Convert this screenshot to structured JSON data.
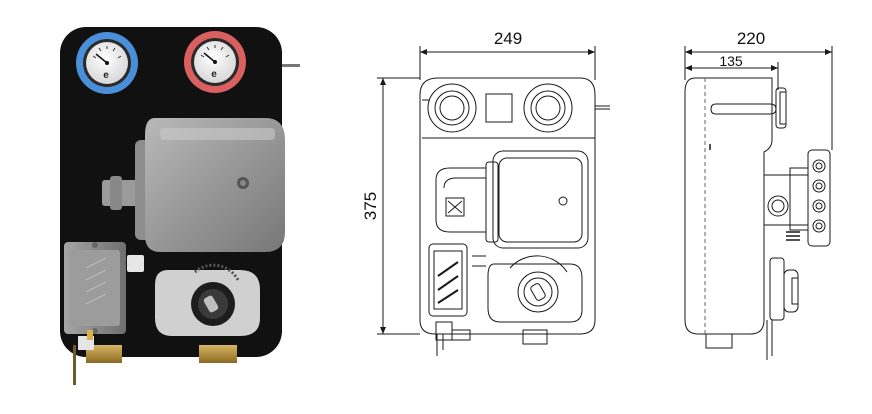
{
  "front_view": {
    "width_label": "249",
    "height_label": "375"
  },
  "side_view": {
    "depth_label": "220",
    "partial_depth_label": "135"
  },
  "product_photo": {
    "gauge_left_color": "#4a8fd9",
    "gauge_right_color": "#d9605f",
    "gauge_logo_left": "e",
    "gauge_logo_right": "e",
    "panel_color": "#111111",
    "controller_box_color": "#8c8c8c",
    "brass_color": "#b08a3a"
  }
}
